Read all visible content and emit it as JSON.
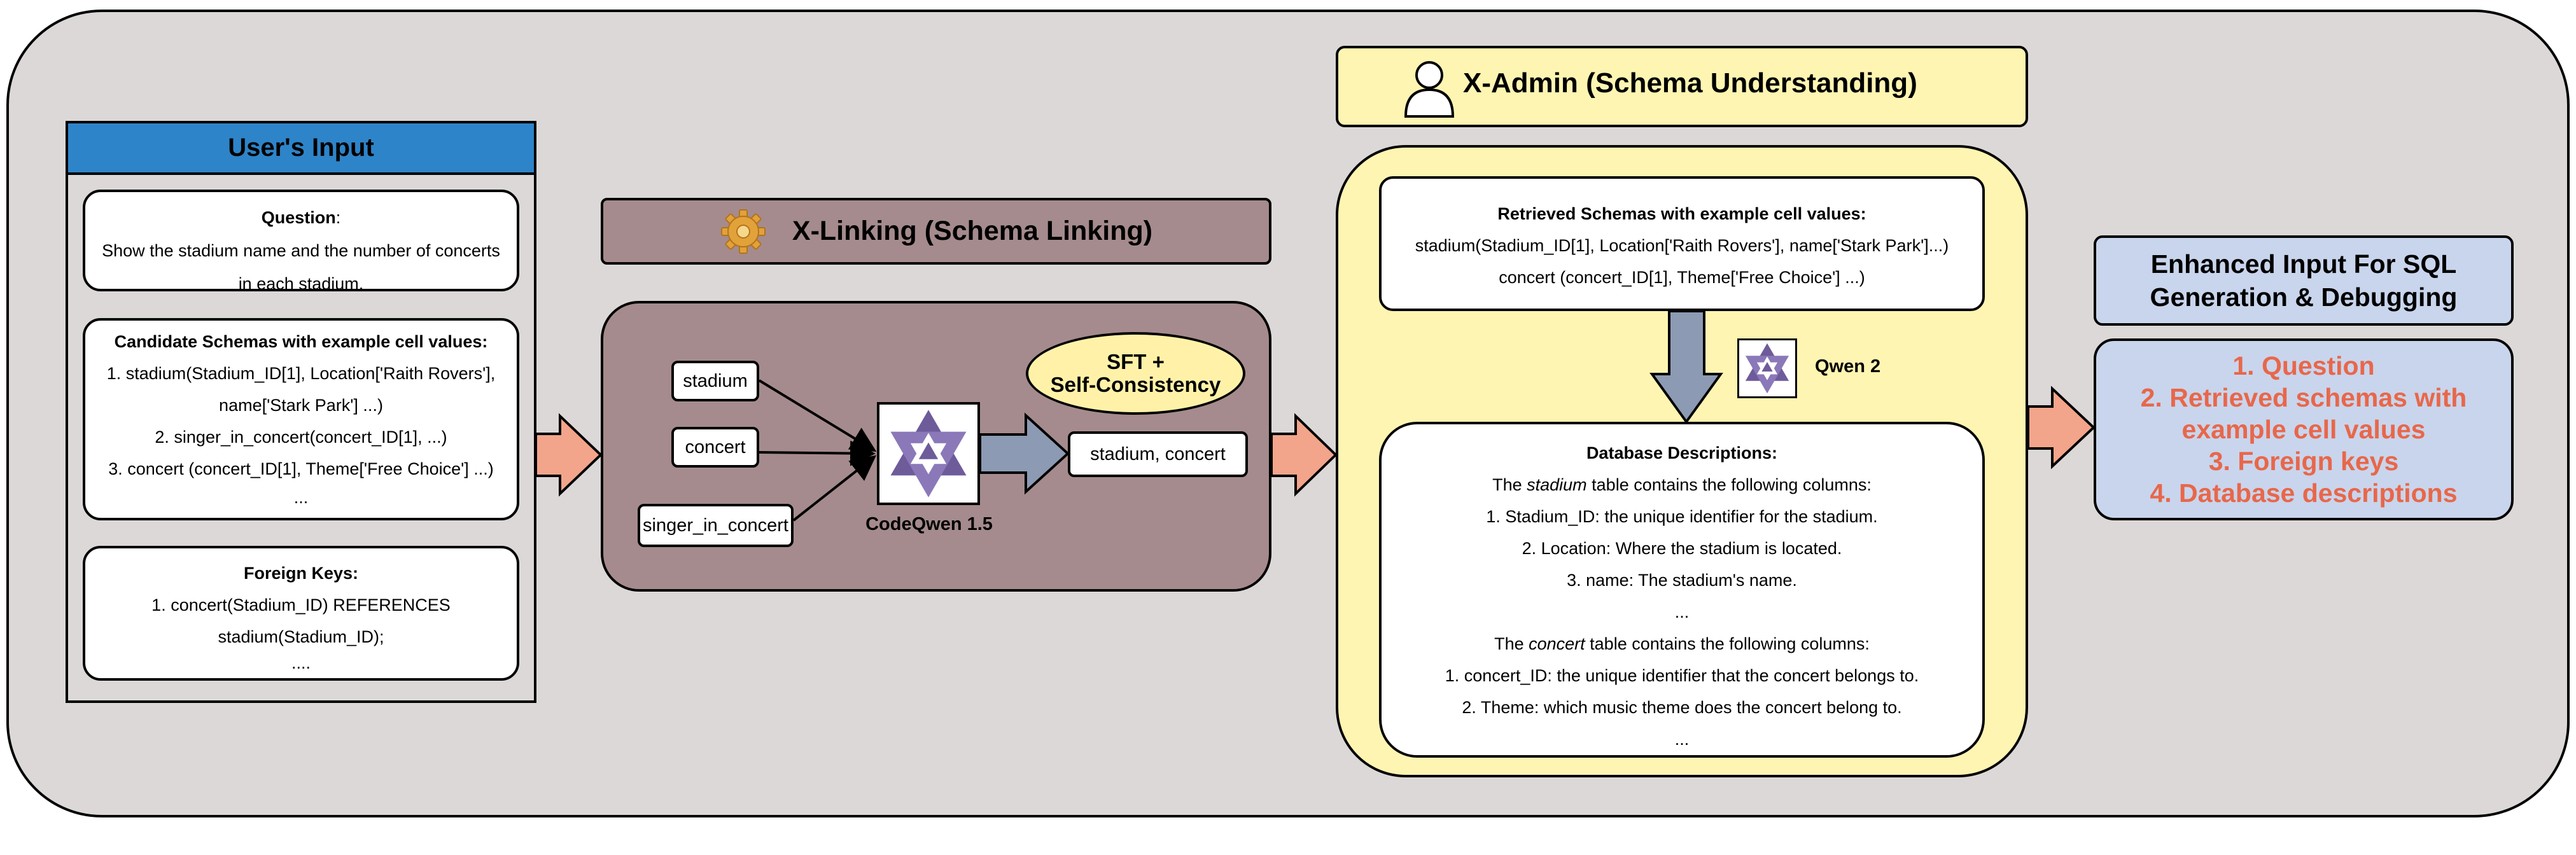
{
  "user_input": {
    "header": "User's Input",
    "question": {
      "label": "Question",
      "colon": ":",
      "lines": [
        "Show the stadium name and the number of concerts",
        "in each stadium."
      ]
    },
    "candidate": {
      "title": "Candidate Schemas with example cell values:",
      "lines": [
        "1. stadium(Stadium_ID[1], Location['Raith Rovers'],",
        "name['Stark Park'] ...)",
        "2. singer_in_concert(concert_ID[1], ...)",
        "3. concert (concert_ID[1], Theme['Free Choice'] ...)",
        "..."
      ]
    },
    "foreign_keys": {
      "title": "Foreign Keys:",
      "lines": [
        "1. concert(Stadium_ID) REFERENCES",
        "stadium(Stadium_ID);",
        "...."
      ]
    }
  },
  "xlinking": {
    "title": "X-Linking (Schema Linking)",
    "inputs": [
      "stadium",
      "concert",
      "singer_in_concert"
    ],
    "sft": [
      "SFT +",
      "Self-Consistency"
    ],
    "model": "CodeQwen 1.5",
    "output": "stadium, concert"
  },
  "xadmin": {
    "title": "X-Admin (Schema Understanding)",
    "retrieved": {
      "title": "Retrieved Schemas with example cell values:",
      "lines": [
        "stadium(Stadium_ID[1], Location['Raith Rovers'], name['Stark Park']...)",
        "concert (concert_ID[1], Theme['Free Choice'] ...)"
      ]
    },
    "model": "Qwen 2",
    "descriptions": {
      "title": "Database Descriptions:",
      "stadium_pre": "The ",
      "stadium_table": "stadium",
      "stadium_post": " table contains the following columns:",
      "stadium_cols": [
        "1. Stadium_ID: the unique identifier for the stadium.",
        "2. Location: Where the stadium is located.",
        "3. name: The stadium's name.",
        "..."
      ],
      "concert_pre": "The ",
      "concert_table": "concert",
      "concert_post": " table contains the following columns:",
      "concert_cols": [
        "1. concert_ID: the unique identifier that the concert belongs to.",
        "2. Theme: which music theme does the concert belong to.",
        "..."
      ]
    }
  },
  "enhanced": {
    "title_lines": [
      "Enhanced Input For SQL",
      "Generation & Debugging"
    ],
    "items": [
      "1. Question",
      "2. Retrieved schemas with",
      "example cell values",
      "3. Foreign keys",
      "4. Database descriptions"
    ]
  },
  "colors": {
    "background": "#dcd8d8",
    "user_header": "#2e84c9",
    "xlinking": "#a58b8d",
    "xadmin": "#fff5b2",
    "enhanced": "#c9d5ec",
    "enhanced_text": "#e8674a",
    "arrow_salmon": "#f2a58a",
    "arrow_steel": "#8c9ab3"
  },
  "icons": [
    "gear-icon",
    "qwen-logo-icon",
    "person-icon",
    "arrow-icon"
  ]
}
